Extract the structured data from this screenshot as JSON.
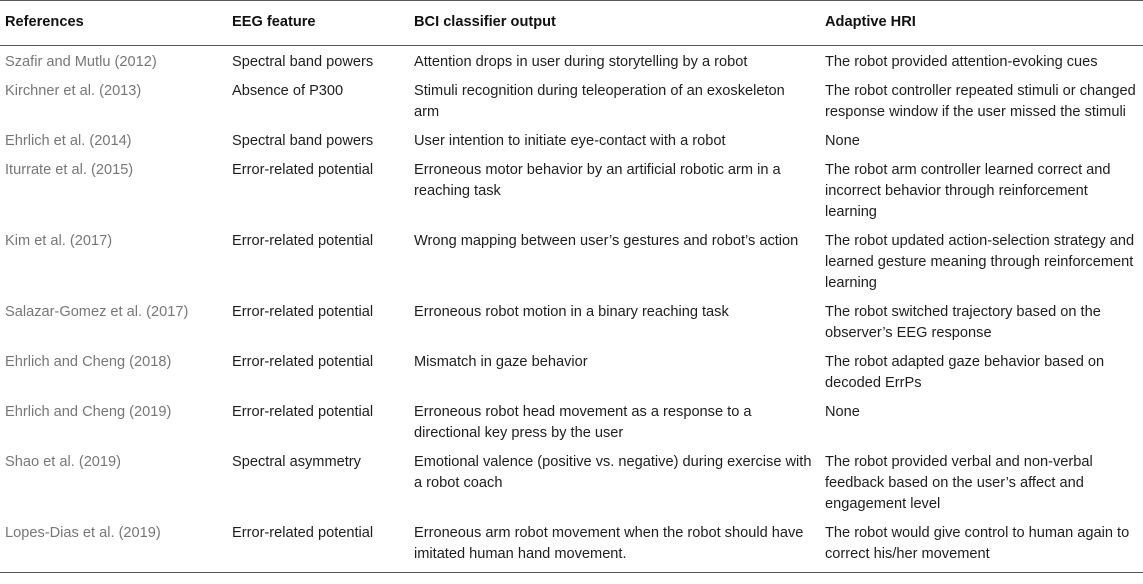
{
  "table": {
    "headers": [
      "References",
      "EEG feature",
      "BCI classifier output",
      "Adaptive HRI"
    ],
    "rows": [
      {
        "ref": "Szafir and Mutlu (2012)",
        "feature": "Spectral band powers",
        "output": "Attention drops in user during storytelling by a robot",
        "hri": "The robot provided attention-evoking cues"
      },
      {
        "ref": "Kirchner et al. (2013)",
        "feature": "Absence of P300",
        "output": "Stimuli recognition during teleoperation of an exoskeleton arm",
        "hri": "The robot controller repeated stimuli or changed response window if the user missed the stimuli"
      },
      {
        "ref": "Ehrlich et al. (2014)",
        "feature": "Spectral band powers",
        "output": "User intention to initiate eye-contact with a robot",
        "hri": "None"
      },
      {
        "ref": "Iturrate et al. (2015)",
        "feature": "Error-related potential",
        "output": "Erroneous motor behavior by an artificial robotic arm in a reaching task",
        "hri": "The robot arm controller learned correct and incorrect behavior through reinforcement learning"
      },
      {
        "ref": "Kim et al. (2017)",
        "feature": "Error-related potential",
        "output": "Wrong mapping between user’s gestures and robot’s action",
        "hri": "The robot updated action-selection strategy and learned gesture meaning through reinforcement learning"
      },
      {
        "ref": "Salazar-Gomez et al. (2017)",
        "feature": "Error-related potential",
        "output": "Erroneous robot motion in a binary reaching task",
        "hri": "The robot switched trajectory based on the observer’s EEG response"
      },
      {
        "ref": "Ehrlich and Cheng (2018)",
        "feature": "Error-related potential",
        "output": "Mismatch in gaze behavior",
        "hri": "The robot adapted gaze behavior based on decoded ErrPs"
      },
      {
        "ref": "Ehrlich and Cheng (2019)",
        "feature": "Error-related potential",
        "output": "Erroneous robot head movement as a response to a directional key press by the user",
        "hri": "None"
      },
      {
        "ref": "Shao et al. (2019)",
        "feature": "Spectral asymmetry",
        "output": "Emotional valence (positive vs. negative) during exercise with a robot coach",
        "hri": "The robot provided verbal and non-verbal feedback based on the user’s affect and engagement level"
      },
      {
        "ref": "Lopes-Dias et al. (2019)",
        "feature": "Error-related potential",
        "output": "Erroneous arm robot movement when the robot should have imitated human hand movement.",
        "hri": "The robot would give control to human again to correct his/her movement"
      }
    ]
  }
}
